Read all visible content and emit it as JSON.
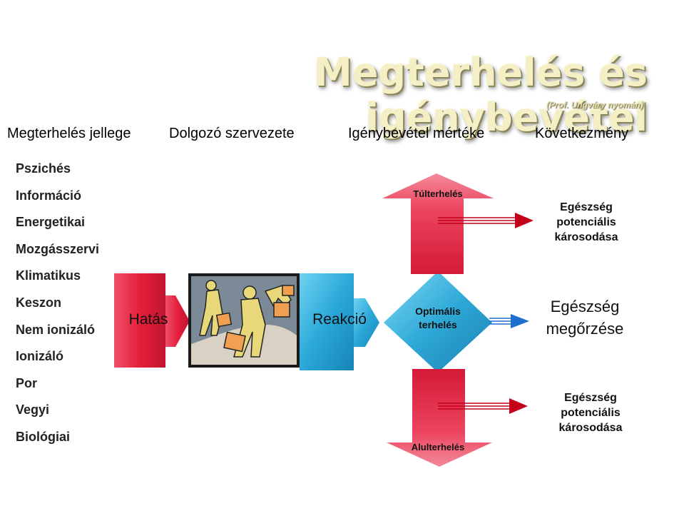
{
  "title": "Megterhelés és igénybevétel",
  "subtitle": "(Prof. Ungváry nyomán)",
  "columns": {
    "c1": "Megterhelés jellege",
    "c2": "Dolgozó szervezete",
    "c3": "Igénybevétel mértéke",
    "c4": "Következmény"
  },
  "load_types": [
    "Pszichés",
    "Információ",
    "Energetikai",
    "Mozgásszervi",
    "Klimatikus",
    "Keszon",
    "Nem ionizáló",
    "Ionizáló",
    "Por",
    "Vegyi",
    "Biológiai"
  ],
  "flow": {
    "hatas": "Hatás",
    "reakcio": "Reakció",
    "optimalis_line1": "Optimális",
    "optimalis_line2": "terhelés",
    "tulterheles": "Túlterhelés",
    "alulterheles": "Alulterhelés"
  },
  "outcomes": {
    "top_l1": "Egészség",
    "top_l2": "potenciális",
    "top_l3": "károsodása",
    "mid_l1": "Egészség",
    "mid_l2": "megőrzése",
    "bot_l1": "Egészség",
    "bot_l2": "potenciális",
    "bot_l3": "károsodása"
  },
  "colors": {
    "red": "#e41f3a",
    "cyan": "#2aa8d8",
    "title_fill": "#f4efc4",
    "arrow_red": "#c4001a",
    "arrow_blue": "#1d6fcf"
  },
  "icons": [
    "workers-carrying-boxes-clipart"
  ]
}
